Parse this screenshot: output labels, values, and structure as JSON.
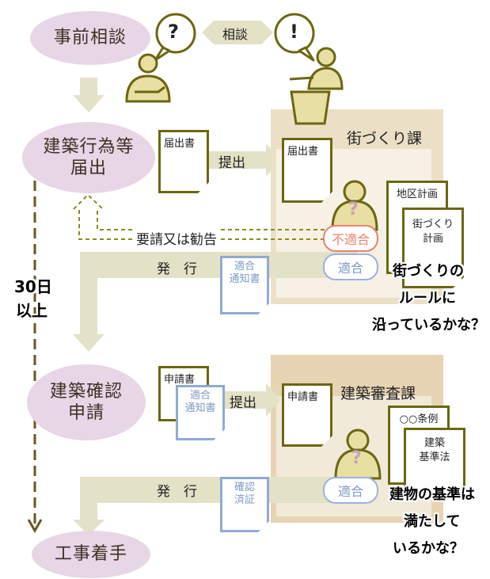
{
  "steps": {
    "consult": "事前相談",
    "notify_line1": "建築行為等",
    "notify_line2": "届出",
    "confirm_line1": "建築確認",
    "confirm_line2": "申請",
    "start": "工事着手"
  },
  "top": {
    "question_mark": "?",
    "exclaim_mark": "!",
    "consult_label": "相談"
  },
  "notify_section": {
    "doc_left": "届出書",
    "submit": "提出",
    "department": "街づくり課",
    "doc_right": "届出書",
    "rule_card1": "地区計画",
    "rule_card2_line1": "街づくり",
    "rule_card2_line2": "計画",
    "request_advice": "要請又は勧告",
    "non_conform": "不適合",
    "conform": "適合",
    "issue": "発　行",
    "notice_line1": "適合",
    "notice_line2": "通知書",
    "question_line1": "街づくりの",
    "question_line2": "ルールに",
    "question_line3": "沿っているかな？"
  },
  "confirm_section": {
    "doc_application": "申請書",
    "notice_line1": "適合",
    "notice_line2": "通知書",
    "submit": "提出",
    "department": "建築審査課",
    "doc_right": "申請書",
    "rule_card1": "○○条例",
    "rule_card2_line1": "建築",
    "rule_card2_line2": "基準法",
    "conform": "適合",
    "issue": "発　行",
    "cert_line1": "確認",
    "cert_line2": "済証",
    "question_line1": "建物の基準は",
    "question_line2": "満たして",
    "question_line3": "いるかな？"
  },
  "side": {
    "days_line1": "30日",
    "days_line2": "以上"
  },
  "colors": {
    "step_oval": "#e7d6e6",
    "arrow": "#e3e1c6",
    "department_panel": "#ebe0c6",
    "department_panel_2": "#e6d4b3",
    "document_border": "#6c6612",
    "blue_document": "#8fabd2",
    "non_conform": "#e9836e",
    "conform": "#9cb2dc",
    "question_figure": "#c8a0bd"
  }
}
